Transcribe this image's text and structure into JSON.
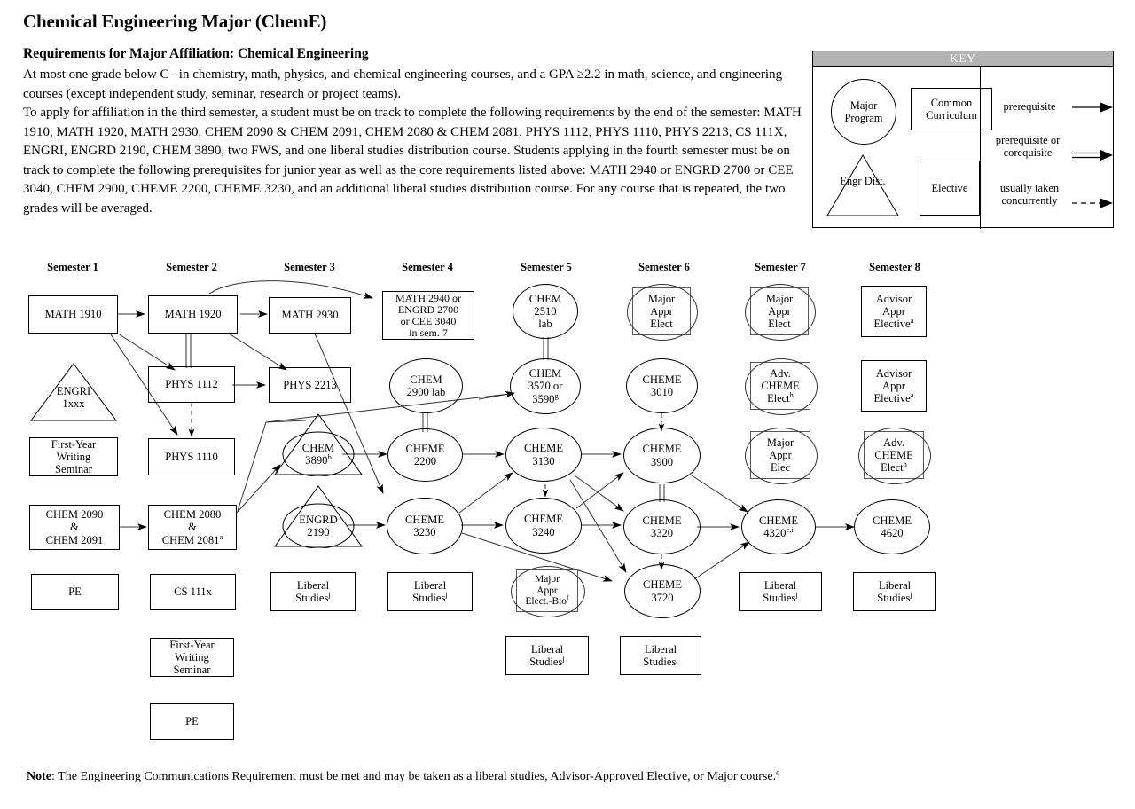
{
  "header": {
    "title": "Chemical Engineering Major (ChemE)",
    "subtitle": "Requirements for Major Affiliation:  Chemical Engineering",
    "paragraph1": "At most one grade below C– in chemistry, math, physics, and chemical engineering courses, and a GPA ≥2.2 in math, science, and engineering courses (except independent study, seminar, research or project teams).",
    "paragraph2": "To apply for affiliation in the third semester, a student must be on track to complete the following requirements by the end of the semester: MATH 1910, MATH 1920, MATH 2930, CHEM 2090 & CHEM 2091, CHEM 2080 & CHEM 2081, PHYS 1112, PHYS 1110, PHYS 2213, CS 111X, ENGRI, ENGRD 2190, CHEM 3890, two FWS, and one liberal studies distribution course. Students applying in the fourth semester must be on track to complete the following prerequisites for junior year as well as the core requirements listed above: MATH 2940 or ENGRD 2700 or CEE 3040, CHEM 2900, CHEME 2200, CHEME 3230, and an additional liberal studies distribution course. For any course that is repeated, the two grades will be averaged."
  },
  "key": {
    "heading": "KEY",
    "shapes": {
      "major_program": "Major\nProgram",
      "common_curriculum": "Common\nCurriculum",
      "engr_dist": "Engr\nDist.",
      "elective": "Elective"
    },
    "legend": [
      {
        "label": "prerequisite",
        "style": "solid-arrow"
      },
      {
        "label": "prerequisite\nor\ncorequisite",
        "style": "double-arrow"
      },
      {
        "label": "usually\ntaken\nconcurrently",
        "style": "dashed-arrow"
      }
    ]
  },
  "columns": [
    {
      "label": "Semester 1"
    },
    {
      "label": "Semester 2"
    },
    {
      "label": "Semester 3"
    },
    {
      "label": "Semester 4"
    },
    {
      "label": "Semester 5"
    },
    {
      "label": "Semester 6"
    },
    {
      "label": "Semester 7"
    },
    {
      "label": "Semester 8"
    }
  ],
  "nodes": {
    "math1910": "MATH 1910",
    "math1920": "MATH 1920",
    "math2930": "MATH 2930",
    "math2940": "MATH 2940 or\nENGRD 2700\nor CEE 3040\nin sem. 7",
    "engri": "ENGRI\n1xxx",
    "phys1112": "PHYS 1112",
    "phys2213": "PHYS 2213",
    "phys1110": "PHYS 1110",
    "fws1": "First-Year\nWriting\nSeminar",
    "fws2": "First-Year\nWriting\nSeminar",
    "chem2090": "CHEM 2090\n&\nCHEM 2091",
    "chem2080": "CHEM 2080\n&\nCHEM 2081",
    "chem2080_sup": "a",
    "pe1": "PE",
    "pe2": "PE",
    "cs111x": "CS 111x",
    "chem3890": "CHEM\n3890",
    "chem3890_sup": "b",
    "engrd2190": "ENGRD\n2190",
    "chem2900lab": "CHEM\n2900 lab",
    "cheme2200": "CHEME\n2200",
    "cheme3230": "CHEME\n3230",
    "chem2510lab": "CHEM\n2510\nlab",
    "chem3570": "CHEM\n3570 or\n3590",
    "chem3570_sup": "g",
    "cheme3130": "CHEME\n3130",
    "cheme3240": "CHEME\n3240",
    "majorapprelectbio": "Major\nAppr\nElect.-Bio",
    "majorapprelectbio_sup": "f",
    "majorapprelect6": "Major\nAppr\nElect",
    "cheme3010": "CHEME\n3010",
    "cheme3900": "CHEME\n3900",
    "cheme3320": "CHEME\n3320",
    "cheme3720": "CHEME\n3720",
    "majorapprelect7": "Major\nAppr\nElect",
    "advchemeelect7": "Adv.\nCHEME\nElect",
    "advchemeelect7_sup": "h",
    "majorapprelec7b": "Major\nAppr\nElec",
    "cheme4320": "CHEME\n4320",
    "cheme4320_sup": "e,i",
    "advisorelect8a": "Advisor\nAppr\nElective",
    "advisorelect8a_sup": "a",
    "advisorelect8b": "Advisor\nAppr\nElective",
    "advisorelect8b_sup": "a",
    "advchemeelect8": "Adv.\nCHEME\nElect",
    "advchemeelect8_sup": "h",
    "cheme4620": "CHEME\n4620",
    "libstud": "Liberal\nStudies",
    "libstud_sup": "j"
  },
  "footer": {
    "note_label": "Note",
    "note_text": ": The Engineering Communications Requirement must be met and may be taken as a liberal studies, Advisor-Approved Elective, or Major course.",
    "note_sup": "c"
  },
  "colors": {
    "key_header_bg": "#b3b3b3",
    "stroke": "#000000",
    "page_bg": "#ffffff"
  }
}
